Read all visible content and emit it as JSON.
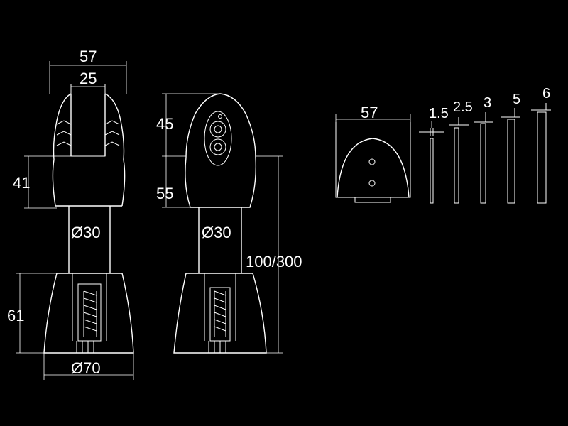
{
  "colors": {
    "background": "#000000",
    "line": "#ffffff"
  },
  "front_view": {
    "width_top": "57",
    "slot_width": "25",
    "upper_height": "41",
    "tube_diameter": "Ø30",
    "base_height": "61",
    "base_diameter": "Ø70"
  },
  "side_view": {
    "head_height": "45",
    "neck_height": "55",
    "tube_diameter": "Ø30",
    "total_length": "100/300"
  },
  "clamp_view": {
    "width": "57"
  },
  "glass_thickness": [
    "1.5",
    "2.5",
    "3",
    "5",
    "6"
  ]
}
